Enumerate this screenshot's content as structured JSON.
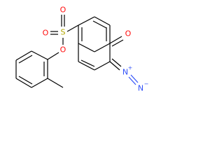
{
  "atoms": {
    "sulfur": "S",
    "sulfonyl_oxygen_top": "O",
    "sulfonyl_oxygen_left": "O",
    "ester_oxygen": "O",
    "ketone_oxygen": "O",
    "diazo_nitrogen_inner": "N",
    "diazo_nitrogen_outer": "N",
    "charge_plus": "+",
    "charge_minus": "−"
  },
  "colors": {
    "oxygen": "#ff0d0d",
    "nitrogen": "#3050f8",
    "sulfur": "#b2a600",
    "carbon": "#000000"
  }
}
